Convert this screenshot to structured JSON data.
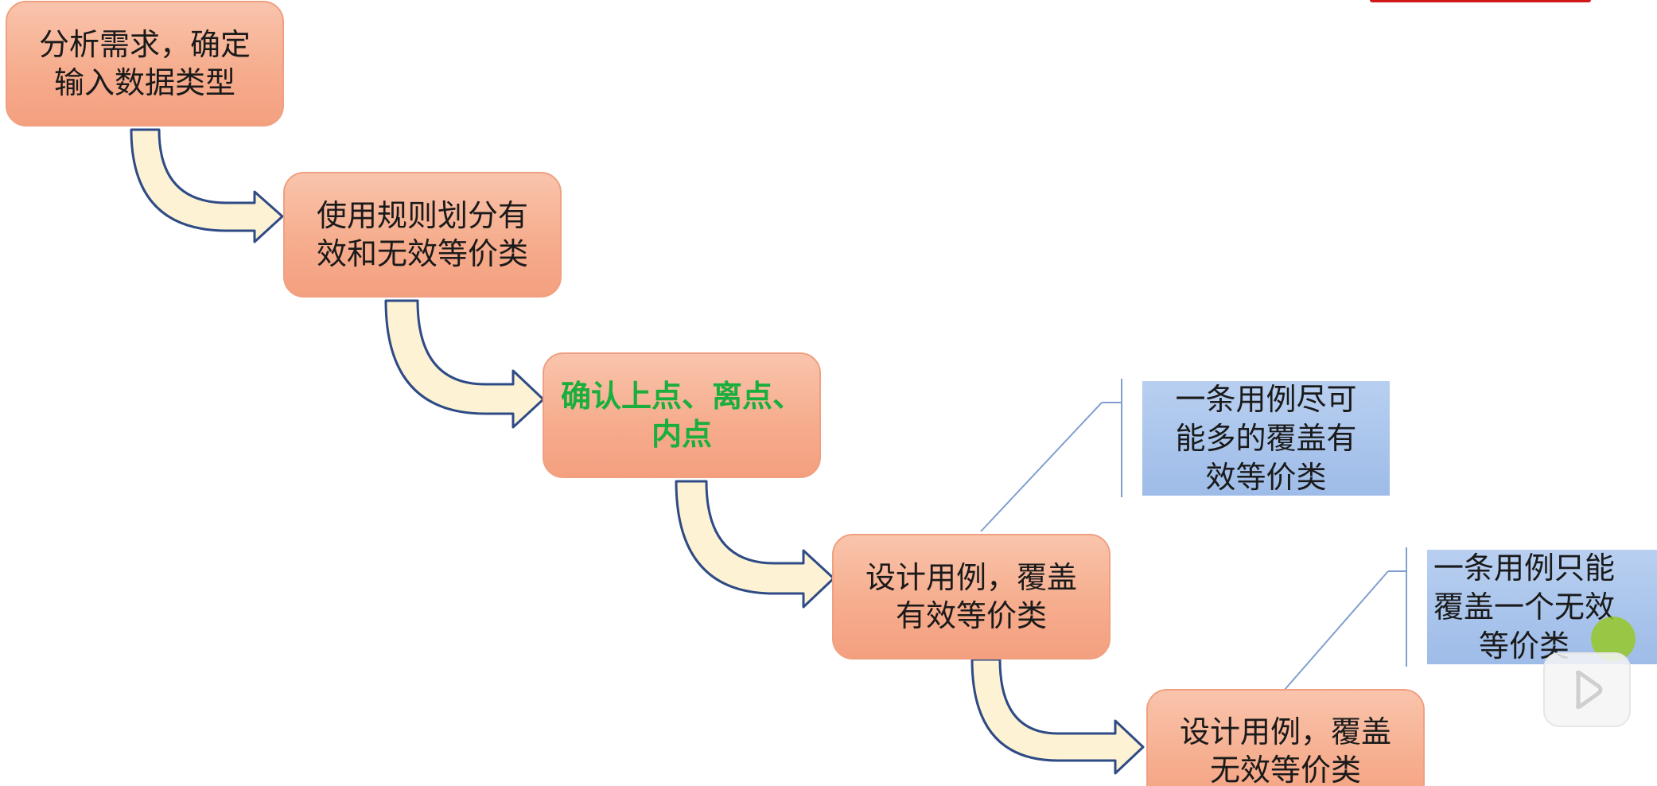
{
  "steps": [
    {
      "text": "分析需求，确定\n输入数据类型"
    },
    {
      "text": "使用规则划分有\n效和无效等价类"
    },
    {
      "text": "确认上点、离点、\n内点",
      "color": "#1aae3c"
    },
    {
      "text": "设计用例，覆盖\n有效等价类"
    },
    {
      "text": "设计用例，覆盖\n无效等价类"
    }
  ],
  "notes": [
    {
      "text": "一条用例尽可\n能多的覆盖有\n效等价类"
    },
    {
      "text": "一条用例只能\n覆盖一个无效\n等价类"
    }
  ],
  "colors": {
    "step_fill": "#f6ad8e",
    "step_border": "#f0a080",
    "highlight_text": "#1aae3c",
    "note_fill": "#a8c4ec",
    "arrow_fill": "#fdf3d4",
    "arrow_stroke": "#2f4b86",
    "bracket_line": "#7f9fd0"
  },
  "overlay": {
    "play_icon": "play-icon",
    "cursor": "cursor-highlight"
  }
}
